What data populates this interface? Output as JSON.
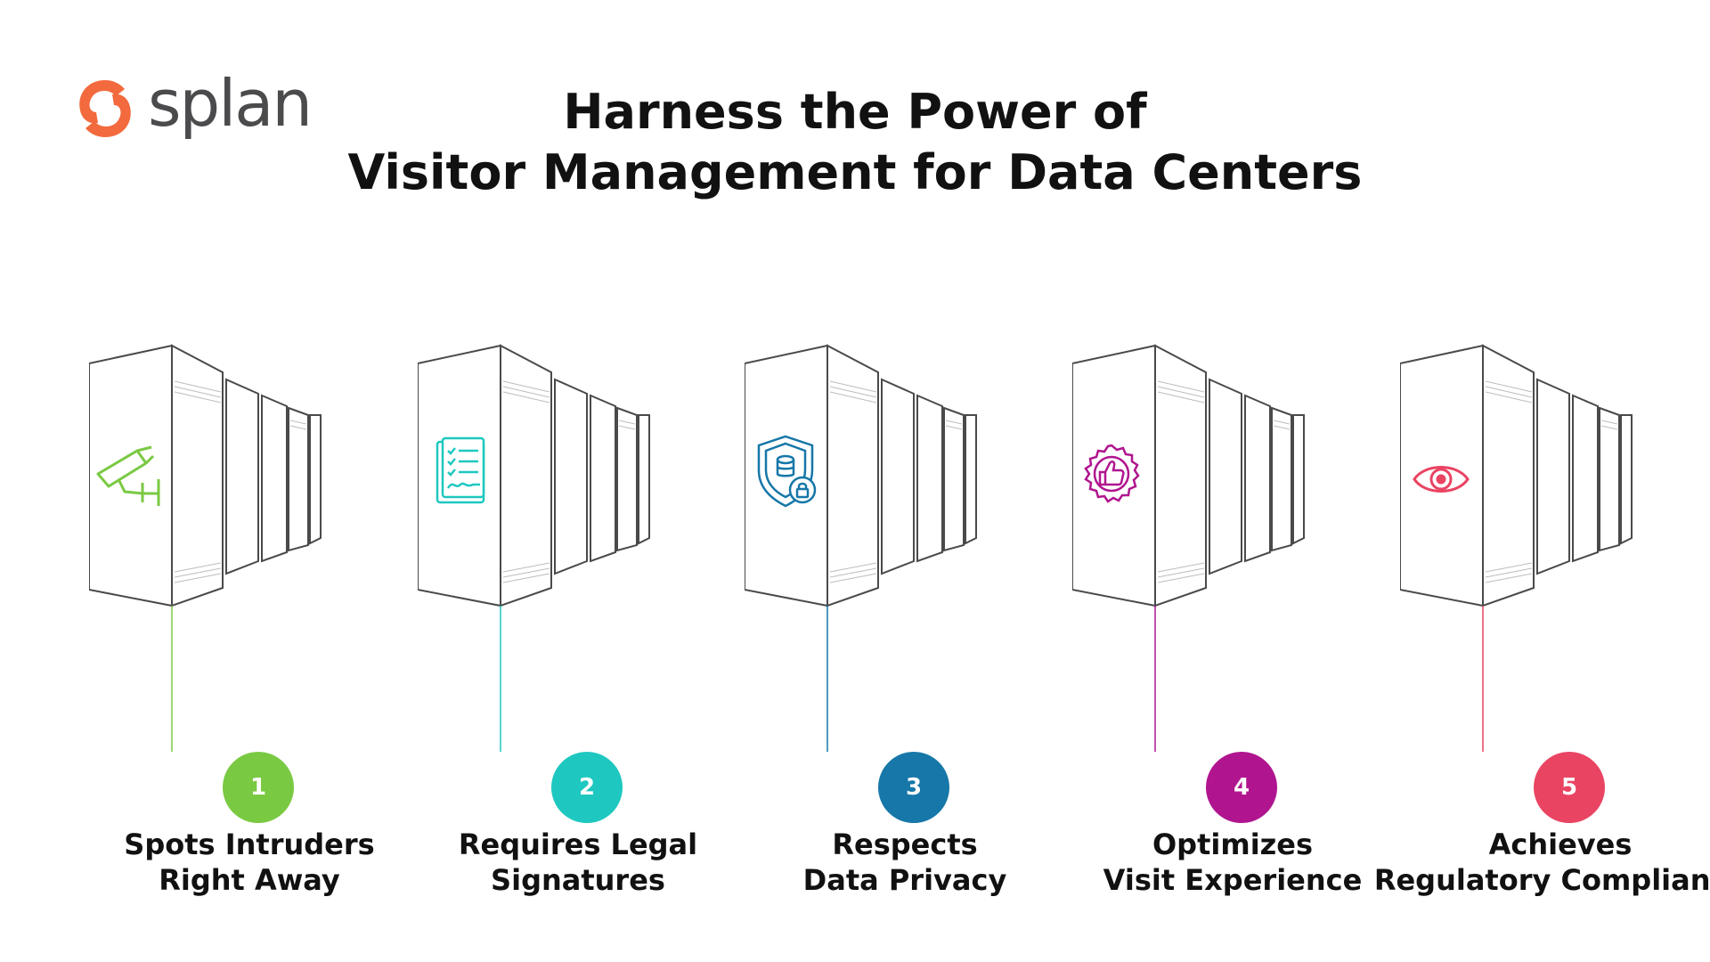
{
  "brand": {
    "name": "splan",
    "logo_color": "#f26a3d",
    "text_color": "#4b4b4d"
  },
  "title": {
    "line1": "Harness the Power of",
    "line2": "Visitor Management for Data Centers"
  },
  "items": [
    {
      "number": "1",
      "line1": "Spots Intruders",
      "line2": "Right Away",
      "icon": "security-camera-icon",
      "color": "#7ac943"
    },
    {
      "number": "2",
      "line1": "Requires Legal",
      "line2": "Signatures",
      "icon": "signed-document-icon",
      "color": "#1ec8c0"
    },
    {
      "number": "3",
      "line1": "Respects",
      "line2": "Data Privacy",
      "icon": "shield-database-lock-icon",
      "color": "#1677a8"
    },
    {
      "number": "4",
      "line1": "Optimizes",
      "line2": "Visit Experience",
      "icon": "thumbs-up-badge-icon",
      "color": "#b0158f"
    },
    {
      "number": "5",
      "line1": "Achieves",
      "line2": "Regulatory Compliance",
      "icon": "eye-icon",
      "color": "#ea4463"
    }
  ]
}
